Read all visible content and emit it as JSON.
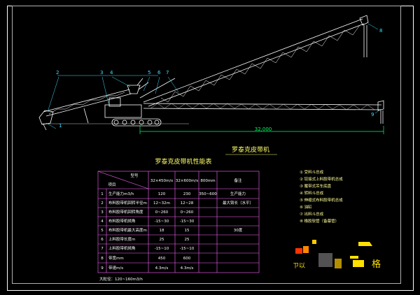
{
  "drawing": {
    "title": "罗泰克皮带机",
    "dimension_label": "32,000",
    "callouts": [
      "1",
      "2",
      "3",
      "4",
      "5",
      "6",
      "7",
      "8",
      "9"
    ]
  },
  "table": {
    "title": "罗泰克皮带机性能表",
    "corner_top": "型号",
    "corner_bottom": "项目",
    "col_headers": [
      "32×450m/s",
      "32×600m/s",
      "800mm",
      "备注"
    ],
    "rows": [
      {
        "no": "1",
        "item": "生产能力m3/h",
        "v1": "120",
        "v2": "230",
        "v3": "350~600",
        "note": "生产能力"
      },
      {
        "no": "2",
        "item": "布料胶带机回转半径m",
        "v1": "12~32m",
        "v2": "12~28",
        "v3": "",
        "note": "最大臂长（水平）"
      },
      {
        "no": "3",
        "item": "布料胶带机回转角度",
        "v1": "0~260",
        "v2": "0~260",
        "v3": "",
        "note": ""
      },
      {
        "no": "4",
        "item": "布料胶带机倾角",
        "v1": "-15~30",
        "v2": "-15~30",
        "v3": "",
        "note": ""
      },
      {
        "no": "5",
        "item": "布料胶带机最大高度m",
        "v1": "18",
        "v2": "15",
        "v3": "",
        "note": "30度"
      },
      {
        "no": "6",
        "item": "上料胶带长度m",
        "v1": "25",
        "v2": "25",
        "v3": "",
        "note": ""
      },
      {
        "no": "7",
        "item": "上料胶带机倾角",
        "v1": "-15~10",
        "v2": "-15~10",
        "v3": "",
        "note": ""
      },
      {
        "no": "8",
        "item": "带宽mm",
        "v1": "450",
        "v2": "600",
        "v3": "",
        "note": ""
      },
      {
        "no": "9",
        "item": "带速m/s",
        "v1": "4.3m/s",
        "v2": "4.3m/s",
        "v3": "",
        "note": ""
      }
    ],
    "footnote": "大粒径：120~160m3/h"
  },
  "legend": {
    "items": [
      "① 受料斗总成",
      "② 铰接式上料胶带机总成",
      "③ 履带式吊车底盘",
      "④ 转料斗总成",
      "⑤ 伸缩式布料胶带机总成",
      "⑥ 油缸",
      "⑦ 出料斗总成",
      "⑧ 橡胶软管（备幕管）"
    ]
  },
  "stamp": {
    "left_text": "ㄗ以",
    "right_text": "格"
  },
  "colors": {
    "background": "#000000",
    "line_white": "#ffffff",
    "dimension_green": "#00ff66",
    "callout_cyan": "#40e0ff",
    "title_yellow": "#ffff66",
    "table_frame": "#ff66ff",
    "table_text": "#ffffff",
    "legend_text": "#ffff99",
    "stamp_yellow": "#ffe000",
    "stamp_red": "#ff3300",
    "stamp_orange": "#ff8800"
  }
}
